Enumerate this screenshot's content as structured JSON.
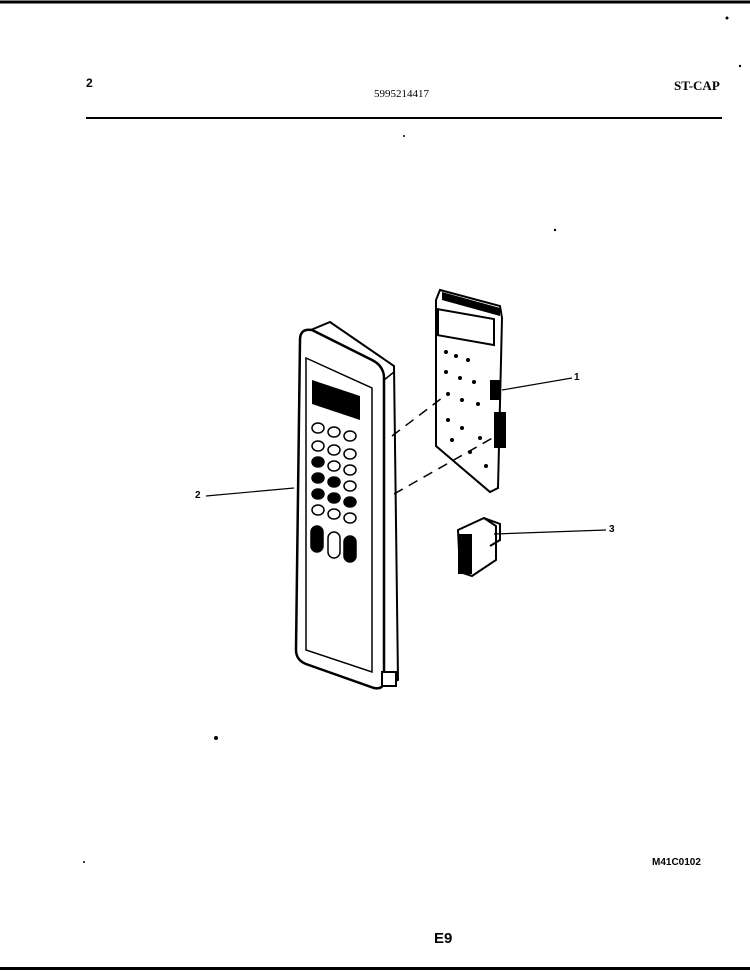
{
  "header": {
    "page_number": "2",
    "part_number": "5995214417",
    "section_code": "ST-CAP"
  },
  "callouts": [
    {
      "id": "1"
    },
    {
      "id": "2"
    },
    {
      "id": "3"
    }
  ],
  "footer": {
    "figure_code": "M41C0102",
    "page_code": "E9"
  }
}
